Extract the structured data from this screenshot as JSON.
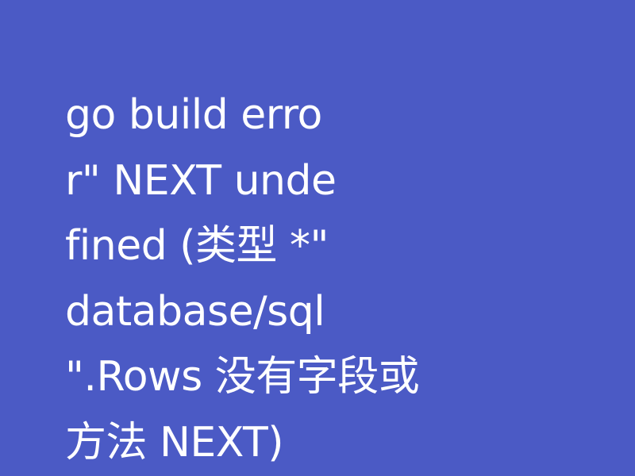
{
  "colors": {
    "background": "#4b5ac5",
    "text": "#ffffff"
  },
  "title": {
    "full_text": "go build error\" NEXT undefined (类型 *\"database/sql\".Rows 没有字段或方法 NEXT)",
    "lines": [
      "go build erro",
      "r\" NEXT unde",
      "fined (类型 *\"",
      "database/sql",
      "\".Rows 没有字段或",
      "方法 NEXT)"
    ]
  }
}
